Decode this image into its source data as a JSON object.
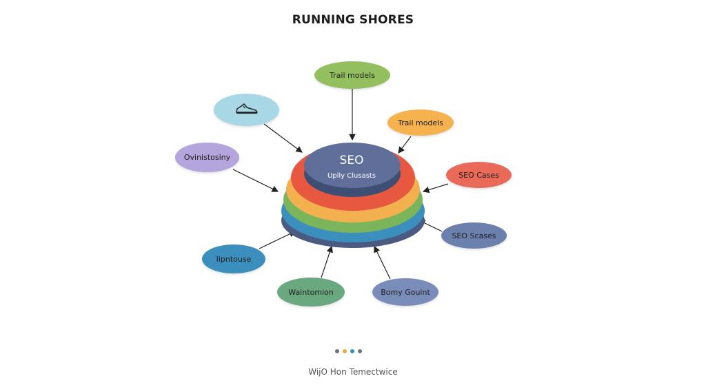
{
  "title": "RUNNING SHORES",
  "core": {
    "title": "SEO",
    "subtitle": "Uplly Clusasts",
    "layer_colors": [
      "#4a5a80",
      "#3a8fbd",
      "#7ab55c",
      "#f2b04e",
      "#e8573f",
      "#5f6f99"
    ]
  },
  "nodes": [
    {
      "id": "top",
      "label": "Trail models",
      "color": "#93bf5e"
    },
    {
      "id": "shoe",
      "label": "",
      "icon": "shoe-icon",
      "color": "#a8d8e6"
    },
    {
      "id": "right-top",
      "label": "Trail models",
      "color": "#f5b24f"
    },
    {
      "id": "left-top",
      "label": "Ovinistosiny",
      "color": "#b4a5dc"
    },
    {
      "id": "right-mid",
      "label": "SEO Cases",
      "color": "#ea6a5a"
    },
    {
      "id": "right-low",
      "label": "SEO Scases",
      "color": "#6c80ad"
    },
    {
      "id": "left-low",
      "label": "Iipntouse",
      "color": "#3c8fbd"
    },
    {
      "id": "bottom-left",
      "label": "Waintomion",
      "color": "#6aa880"
    },
    {
      "id": "bottom-right",
      "label": "Bomy Gouint",
      "color": "#7a8dba"
    }
  ],
  "pager_dots": [
    "#6b7384",
    "#f0a93e",
    "#3a8fbd",
    "#6b7384"
  ],
  "footer": "WijO Hon Temectwice"
}
